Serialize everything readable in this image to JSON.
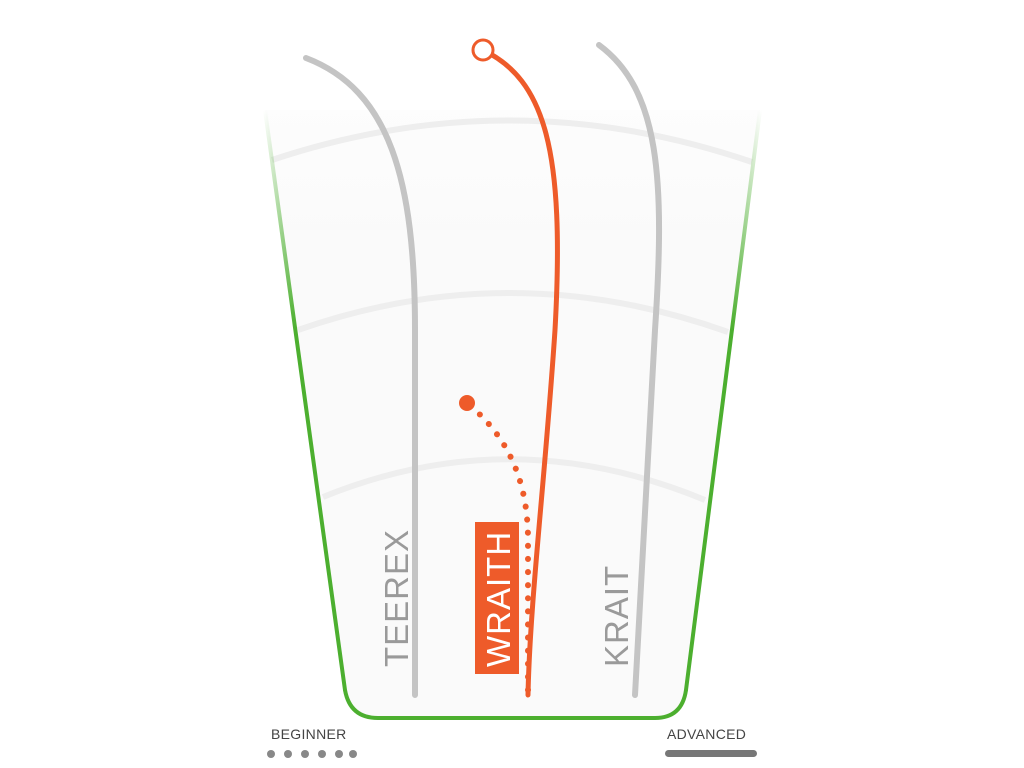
{
  "discs": [
    {
      "name": "TEEREX",
      "color": "#c4c4c4",
      "label_color": "#9a9a9a",
      "highlighted": false
    },
    {
      "name": "WRAITH",
      "color": "#ee5b2a",
      "label_color": "#ffffff",
      "highlighted": true
    },
    {
      "name": "KRAIT",
      "color": "#c4c4c4",
      "label_color": "#9a9a9a",
      "highlighted": false
    }
  ],
  "scale": {
    "beginner_label": "BEGINNER",
    "advanced_label": "ADVANCED"
  },
  "colors": {
    "fairway_border": "#4caf2f",
    "range_arcs": "#eeeeee",
    "highlight": "#ee5b2a",
    "neutral": "#c4c4c4",
    "scale_marker": "#777777"
  }
}
